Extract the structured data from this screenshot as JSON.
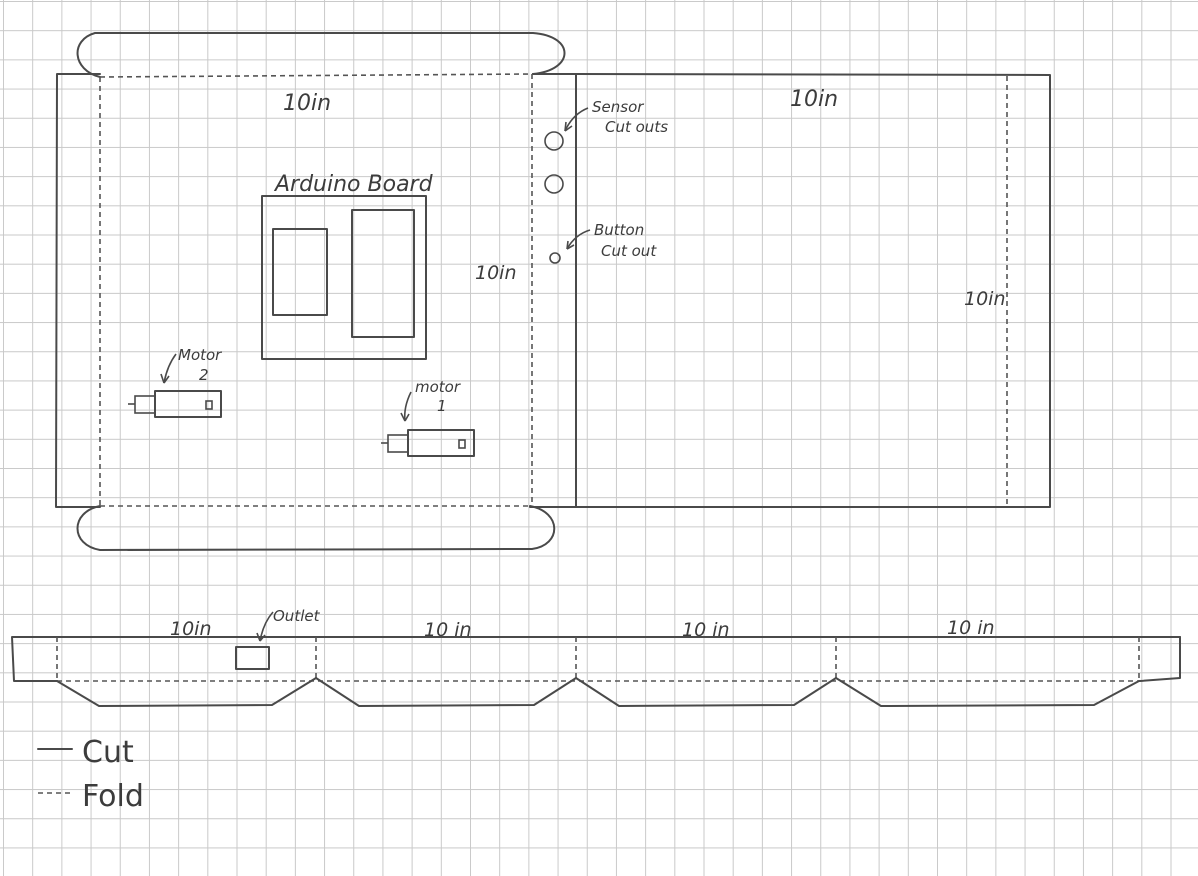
{
  "labels": {
    "top_panel_width": "10in",
    "right_panel_width": "10in",
    "middle_height": "10in",
    "right_height": "10in",
    "arduino": "Arduino Board",
    "sensor_line1": "Sensor",
    "sensor_line2": "Cut outs",
    "button_line1": "Button",
    "button_line2": "Cut out",
    "motor2_line1": "Motor",
    "motor2_line2": "2",
    "motor1_line1": "motor",
    "motor1_line2": "1",
    "outlet": "Outlet",
    "strip_seg1": "10in",
    "strip_seg2": "10 in",
    "strip_seg3": "10 in",
    "strip_seg4": "10 in"
  },
  "legend": {
    "cut": "Cut",
    "fold": "Fold"
  }
}
